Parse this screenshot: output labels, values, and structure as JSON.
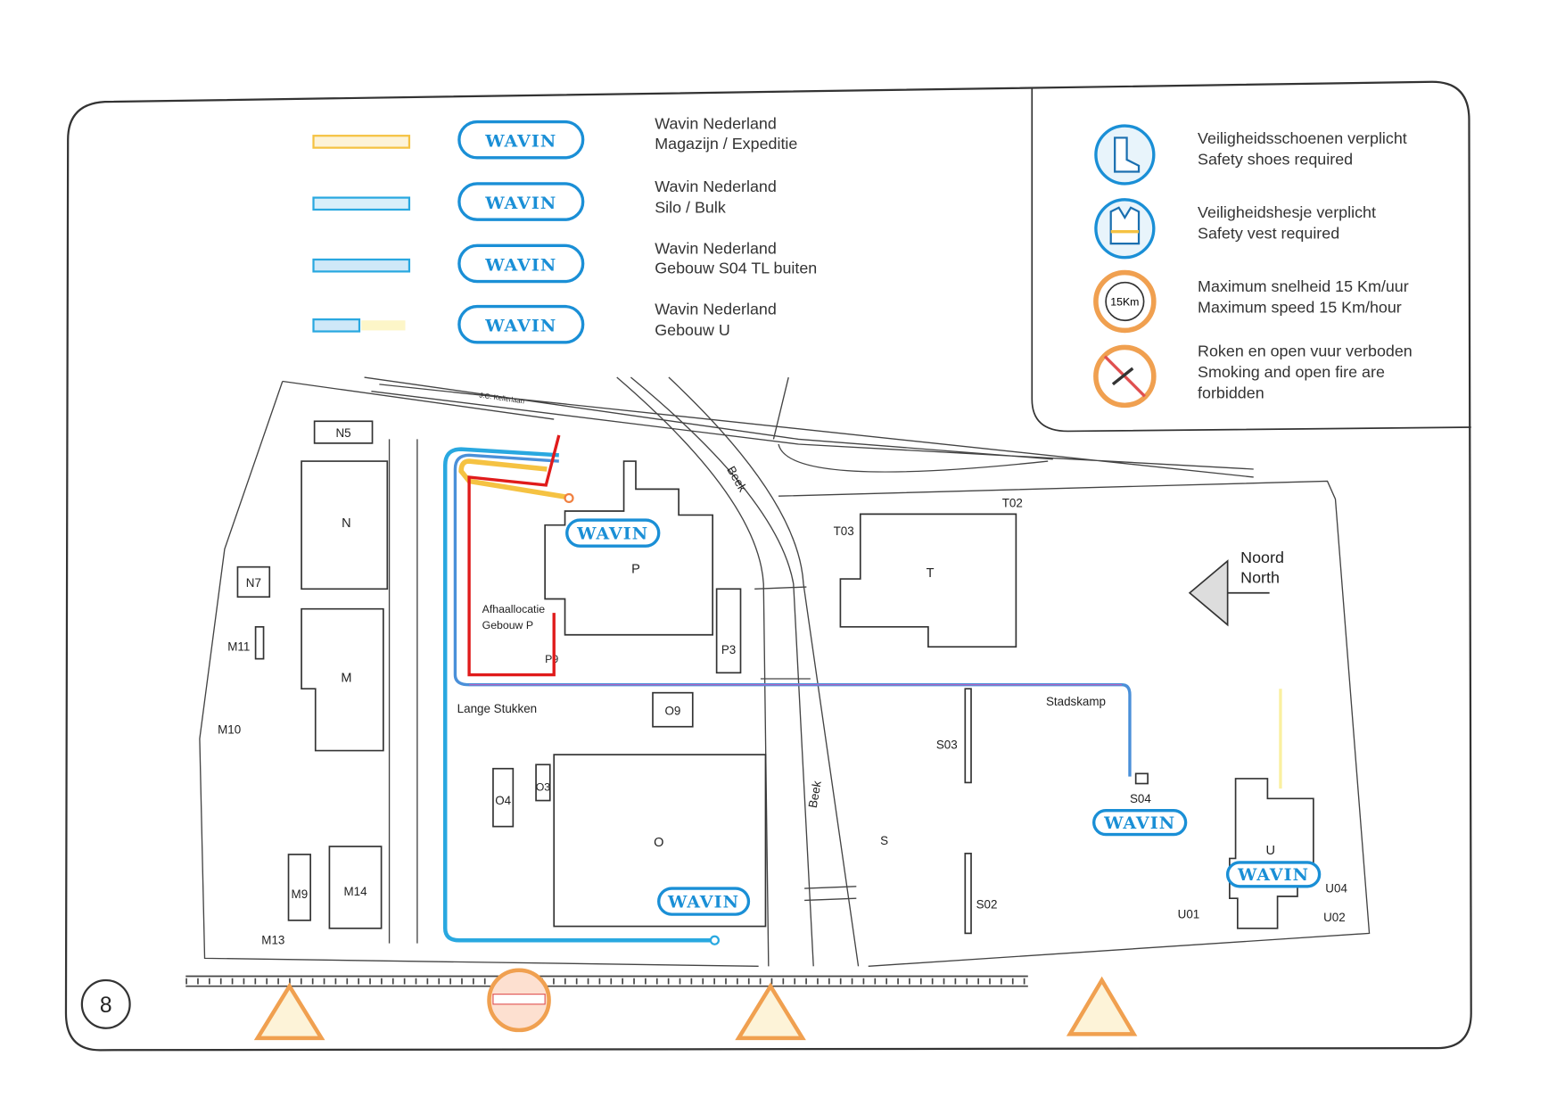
{
  "legend": {
    "logo_text": "WAVIN",
    "routes": [
      {
        "line1": "Wavin Nederland",
        "line2": "Magazijn / Expeditie",
        "color": "#f5c242"
      },
      {
        "line1": "Wavin Nederland",
        "line2": "Silo / Bulk",
        "color": "#29a8e0"
      },
      {
        "line1": "Wavin Nederland",
        "line2": "Gebouw S04 TL buiten",
        "color": "#29a8e0"
      },
      {
        "line1": "Wavin Nederland",
        "line2": "Gebouw U",
        "color": "#29a8e0"
      }
    ]
  },
  "safety": [
    {
      "icon": "safety-shoes-icon",
      "line1": "Veiligheidsschoenen verplicht",
      "line2": "Safety shoes required",
      "line3": ""
    },
    {
      "icon": "safety-vest-icon",
      "line1": "Veiligheidshesje verplicht",
      "line2": "Safety vest required",
      "line3": ""
    },
    {
      "icon": "speed-limit-icon",
      "line1": "Maximum snelheid 15 Km/uur",
      "line2": "Maximum speed 15 Km/hour",
      "line3": "",
      "badge": "15Km"
    },
    {
      "icon": "no-smoking-icon",
      "line1": "Roken en open vuur verboden",
      "line2": "Smoking and open fire are",
      "line3": "forbidden"
    }
  ],
  "map": {
    "street_top": "J.C. Kellerlaan",
    "street_beek_1": "Beek",
    "street_beek_2": "Beek",
    "street_lange": "Lange Stukken",
    "street_stadskamp": "Stadskamp",
    "pickup_line1": "Afhaallocatie",
    "pickup_line2": "Gebouw P",
    "north_line1": "Noord",
    "north_line2": "North",
    "page_number": "8",
    "buildings": {
      "N5": "N5",
      "N": "N",
      "N7": "N7",
      "M11": "M11",
      "M": "M",
      "M10": "M10",
      "M9": "M9",
      "M14": "M14",
      "M13": "M13",
      "P": "P",
      "P3": "P3",
      "P9": "P9",
      "O9": "O9",
      "O4": "O4",
      "O3": "O3",
      "O": "O",
      "S03": "S03",
      "S": "S",
      "S02": "S02",
      "S04": "S04",
      "T": "T",
      "T03": "T03",
      "T02": "T02",
      "U": "U",
      "U01": "U01",
      "U02": "U02",
      "U04": "U04"
    }
  },
  "colors": {
    "route_red": "#e01b1b",
    "route_blue": "#29a8e0",
    "route_yellow": "#f5c242",
    "wavin_blue": "#1a8fd6"
  }
}
